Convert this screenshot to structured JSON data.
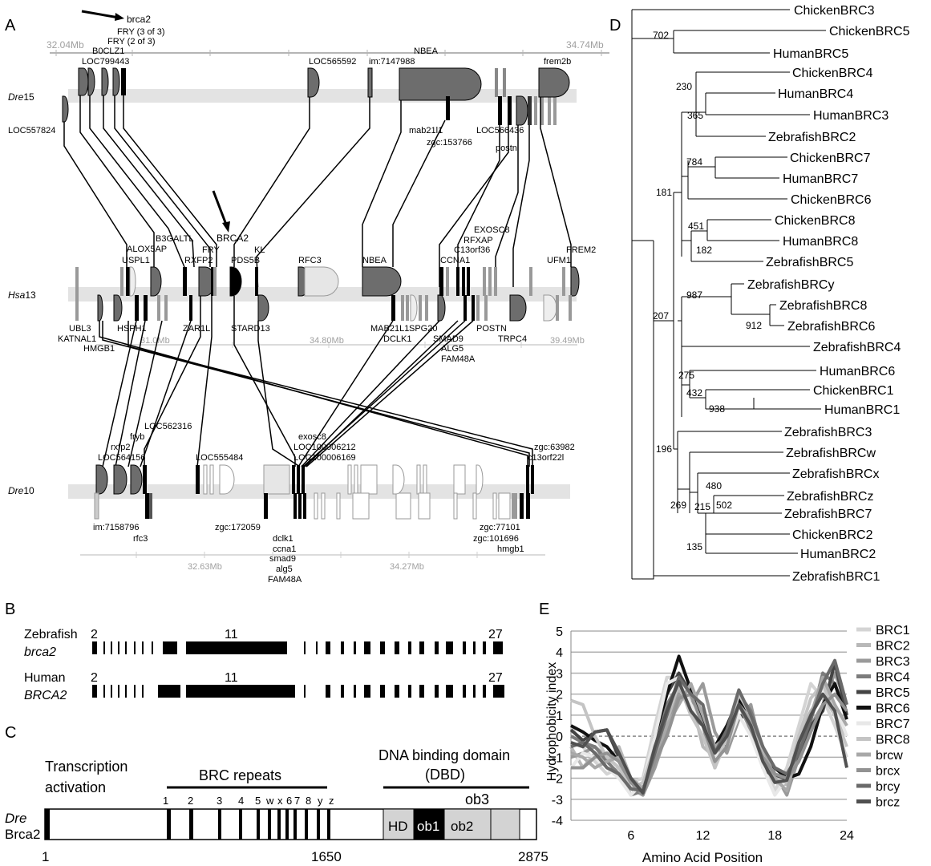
{
  "panels": {
    "A": "A",
    "B": "B",
    "C": "C",
    "D": "D",
    "E": "E"
  },
  "panelA": {
    "dre15": {
      "chrom_label_italic": "Dre",
      "chrom_label_num": "15",
      "scale_start": "32.04Mb",
      "scale_end": "34.74Mb",
      "genes_top": [
        "brca2",
        "FRY (3 of 3)",
        "FRY (2 of 3)",
        "B0CLZ1",
        "LOC799443",
        "LOC565592",
        "im:7147988",
        "NBEA",
        "frem2b"
      ],
      "genes_bottom": [
        "LOC557824",
        "mab21l1",
        "zgc:153766",
        "LOC566436",
        "postn"
      ]
    },
    "hsa13": {
      "chrom_label_italic": "Hsa",
      "chrom_label_num": "13",
      "scale_values": [
        "31.0Mb",
        "34.80Mb",
        "39.49Mb"
      ],
      "genes_top": [
        "ALOX5AP",
        "B3GALTL",
        "BRCA2",
        "FRY",
        "KL",
        "USPL1",
        "RXFP2",
        "PDS5B",
        "RFC3",
        "NBEA",
        "EXOSC8",
        "RFXAP",
        "C13orf36",
        "CCNA1",
        "FREM2",
        "UFM1"
      ],
      "genes_bottom": [
        "UBL3",
        "KATNAL1",
        "HMGB1",
        "HSPH1",
        "ZAR1L",
        "STARD13",
        "MAB21L1",
        "DCLK1",
        "SPG20",
        "SMAD9",
        "ALG5",
        "FAM48A",
        "POSTN",
        "TRPC4"
      ]
    },
    "dre10": {
      "chrom_label_italic": "Dre",
      "chrom_label_num": "10",
      "scale_values": [
        "32.63Mb",
        "34.27Mb"
      ],
      "genes_top": [
        "LOC562316",
        "fryb",
        "rxfp2",
        "LOC564156",
        "LOC555484",
        "exosc8",
        "LOC100006212",
        "LOC100006169",
        "zgc:63982",
        "c13orf22l"
      ],
      "genes_bottom": [
        "im:7158796",
        "rfc3",
        "zgc:172059",
        "dclk1",
        "ccna1",
        "smad9",
        "alg5",
        "FAM48A",
        "zgc:77101",
        "zgc:101696",
        "hmgb1"
      ]
    }
  },
  "panelB": {
    "zebrafish_label": "Zebrafish",
    "zebrafish_gene": "brca2",
    "human_label": "Human",
    "human_gene": "BRCA2",
    "exon_first": "2",
    "exon_mid": "11",
    "exon_last": "27"
  },
  "panelC": {
    "transcription_label_1": "Transcription",
    "transcription_label_2": "activation",
    "brc_label": "BRC repeats",
    "dbd_label_1": "DNA binding domain",
    "dbd_label_2": "(DBD)",
    "ob3_label": "ob3",
    "repeat_labels": [
      "1",
      "2",
      "3",
      "4",
      "5",
      "w",
      "x",
      "6",
      "7",
      "8",
      "y",
      "z"
    ],
    "species_italic": "Dre",
    "protein": "Brca2",
    "domains": [
      "HD",
      "ob1",
      "ob2"
    ],
    "positions": [
      "1",
      "1650",
      "2875"
    ]
  },
  "panelD": {
    "taxa": [
      "ChickenBRC3",
      "ChickenBRC5",
      "HumanBRC5",
      "ChickenBRC4",
      "HumanBRC4",
      "HumanBRC3",
      "ZebrafishBRC2",
      "ChickenBRC7",
      "HumanBRC7",
      "ChickenBRC6",
      "ChickenBRC8",
      "HumanBRC8",
      "ZebrafishBRC5",
      "ZebrafishBRCy",
      "ZebrafishBRC8",
      "ZebrafishBRC6",
      "ZebrafishBRC4",
      "HumanBRC6",
      "ChickenBRC1",
      "HumanBRC1",
      "ZebrafishBRC3",
      "ZebrafishBRCw",
      "ZebrafishBRCx",
      "ZebrafishBRCz",
      "ZebrafishBRC7",
      "ChickenBRC2",
      "HumanBRC2",
      "ZebrafishBRC1"
    ],
    "bootstrap": [
      "702",
      "230",
      "365",
      "181",
      "784",
      "451",
      "182",
      "987",
      "912",
      "207",
      "275",
      "432",
      "938",
      "196",
      "480",
      "269",
      "215",
      "502",
      "135"
    ]
  },
  "chart_data": {
    "type": "line",
    "ylabel": "Hydrophobicity index",
    "xlabel": "Amino Acid Position",
    "ylim": [
      -4,
      5
    ],
    "xlim": [
      1,
      24
    ],
    "yticks": [
      "5",
      "4",
      "3",
      "2",
      "1",
      "0",
      "-1",
      "-2",
      "-3",
      "-4"
    ],
    "xticks": [
      "6",
      "12",
      "18",
      "24"
    ],
    "legend_position": "right",
    "grid": true,
    "x": [
      1,
      2,
      3,
      4,
      5,
      6,
      7,
      8,
      9,
      10,
      11,
      12,
      13,
      14,
      15,
      16,
      17,
      18,
      19,
      20,
      21,
      22,
      23,
      24
    ],
    "series": [
      {
        "name": "BRC1",
        "color": "#d4d4d4",
        "values": [
          0.5,
          -0.5,
          -1.2,
          -1.8,
          -1.5,
          -2.2,
          -2.0,
          0.5,
          2.8,
          2.8,
          1.5,
          1.0,
          -1.5,
          -0.2,
          1.5,
          0.5,
          -0.8,
          -2.6,
          -1.5,
          0.5,
          2.5,
          1.8,
          0.5,
          -1.0
        ]
      },
      {
        "name": "BRC2",
        "color": "#b8b8b8",
        "values": [
          -0.5,
          -1.5,
          -0.8,
          -1.2,
          -0.5,
          -2.0,
          -2.5,
          -1.0,
          0.5,
          2.2,
          1.8,
          -0.5,
          -1.0,
          0.5,
          1.8,
          0.2,
          -1.2,
          -2.2,
          -2.3,
          0.0,
          1.2,
          2.0,
          1.0,
          0.0
        ]
      },
      {
        "name": "BRC3",
        "color": "#9a9a9a",
        "values": [
          -1.0,
          -0.8,
          -0.5,
          -1.0,
          -1.5,
          -2.5,
          -2.8,
          -1.5,
          0.2,
          2.0,
          1.5,
          2.5,
          0.2,
          -0.8,
          0.8,
          1.5,
          -1.0,
          -1.8,
          -2.8,
          -1.0,
          0.5,
          1.5,
          3.0,
          1.5
        ]
      },
      {
        "name": "BRC4",
        "color": "#7c7c7c",
        "values": [
          0.0,
          -0.3,
          -0.5,
          -1.2,
          -1.8,
          -2.8,
          -2.6,
          -0.5,
          1.5,
          2.5,
          1.0,
          0.5,
          -1.5,
          0.2,
          2.0,
          1.2,
          -0.5,
          -1.8,
          -2.2,
          -0.5,
          0.8,
          3.0,
          2.5,
          1.0
        ]
      },
      {
        "name": "BRC5",
        "color": "#444444",
        "values": [
          0.3,
          -0.2,
          0.2,
          0.3,
          -1.0,
          -2.0,
          -2.5,
          0.0,
          2.0,
          3.0,
          2.0,
          1.0,
          -0.5,
          -0.5,
          1.0,
          0.8,
          -1.5,
          -2.0,
          -2.0,
          -0.8,
          0.5,
          1.2,
          3.5,
          1.0
        ]
      },
      {
        "name": "BRC6",
        "color": "#111111",
        "values": [
          0.5,
          0.2,
          -0.2,
          -0.5,
          -1.2,
          -2.2,
          -2.6,
          0.0,
          2.0,
          3.8,
          2.2,
          0.8,
          -0.5,
          0.5,
          1.8,
          0.5,
          -1.0,
          -1.5,
          -2.0,
          -1.8,
          -0.5,
          1.5,
          2.5,
          0.8
        ]
      },
      {
        "name": "BRC7",
        "color": "#e8e8e8",
        "values": [
          -1.5,
          -0.8,
          -1.0,
          -1.5,
          -2.0,
          -2.8,
          -2.2,
          0.0,
          2.5,
          2.8,
          1.5,
          0.5,
          -1.0,
          -0.5,
          1.0,
          0.0,
          -1.5,
          -2.8,
          -2.0,
          -0.5,
          1.0,
          2.2,
          1.5,
          0.0
        ]
      },
      {
        "name": "BRC8",
        "color": "#c4c4c4",
        "values": [
          1.7,
          1.5,
          0.0,
          -1.0,
          -1.5,
          -2.5,
          -2.2,
          -0.5,
          1.0,
          2.5,
          1.0,
          0.0,
          -1.5,
          0.0,
          2.0,
          1.0,
          -0.8,
          -2.0,
          -2.2,
          0.0,
          1.8,
          2.5,
          1.0,
          -0.5
        ]
      },
      {
        "name": "brcw",
        "color": "#a8a8a8",
        "values": [
          -0.8,
          -1.0,
          -1.5,
          -1.2,
          -1.0,
          -2.0,
          -2.5,
          -1.0,
          0.5,
          1.5,
          2.5,
          1.0,
          -0.5,
          0.0,
          1.5,
          0.8,
          -0.5,
          -2.0,
          -2.6,
          -0.5,
          1.0,
          2.8,
          1.5,
          0.5
        ]
      },
      {
        "name": "brcx",
        "color": "#929292",
        "values": [
          -1.5,
          -1.5,
          -1.0,
          -0.8,
          -1.2,
          -2.2,
          -2.8,
          -1.2,
          0.0,
          1.8,
          2.0,
          0.5,
          -1.2,
          -0.5,
          1.5,
          0.3,
          -1.0,
          -1.8,
          -2.0,
          -1.2,
          0.2,
          1.5,
          2.0,
          1.2
        ]
      },
      {
        "name": "brcy",
        "color": "#6a6a6a",
        "values": [
          -0.5,
          -0.3,
          -0.8,
          -1.5,
          -1.8,
          -2.5,
          -2.6,
          -0.8,
          1.0,
          2.8,
          2.0,
          1.5,
          -0.8,
          0.3,
          2.2,
          1.0,
          -0.5,
          -1.5,
          -1.8,
          -0.8,
          0.8,
          2.5,
          3.6,
          1.5
        ]
      },
      {
        "name": "brcz",
        "color": "#505050",
        "values": [
          -0.3,
          -0.5,
          0.2,
          0.3,
          -0.8,
          -2.0,
          -2.7,
          -0.5,
          1.2,
          2.6,
          1.2,
          0.5,
          -0.8,
          0.0,
          1.5,
          0.5,
          -1.2,
          -2.2,
          -2.1,
          -0.3,
          1.0,
          2.0,
          1.2,
          -1.5
        ]
      }
    ]
  }
}
